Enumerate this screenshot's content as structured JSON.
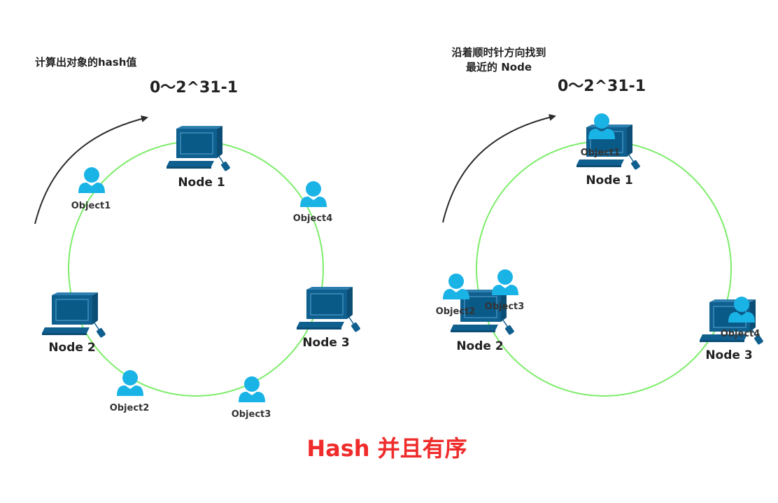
{
  "colors": {
    "ring": "#7ded6a",
    "computer": "#0f5f8f",
    "person": "#1ab3e6",
    "arrow": "#2b2b2b",
    "title": "#ef2b2b"
  },
  "left": {
    "caption": "计算出对象的hash值",
    "range": "0～2^31-1",
    "nodes": [
      "Node 1",
      "Node 2",
      "Node 3"
    ],
    "objects": [
      "Object1",
      "Object4",
      "Object2",
      "Object3"
    ]
  },
  "right": {
    "caption_line1": "沿着顺时针方向找到",
    "caption_line2": "最近的 Node",
    "range": "0～2^31-1",
    "nodes": [
      "Node 1",
      "Node 2",
      "Node 3"
    ],
    "objects": [
      "Object1",
      "Object2",
      "Object3",
      "Object4"
    ]
  },
  "title": "Hash 并且有序"
}
